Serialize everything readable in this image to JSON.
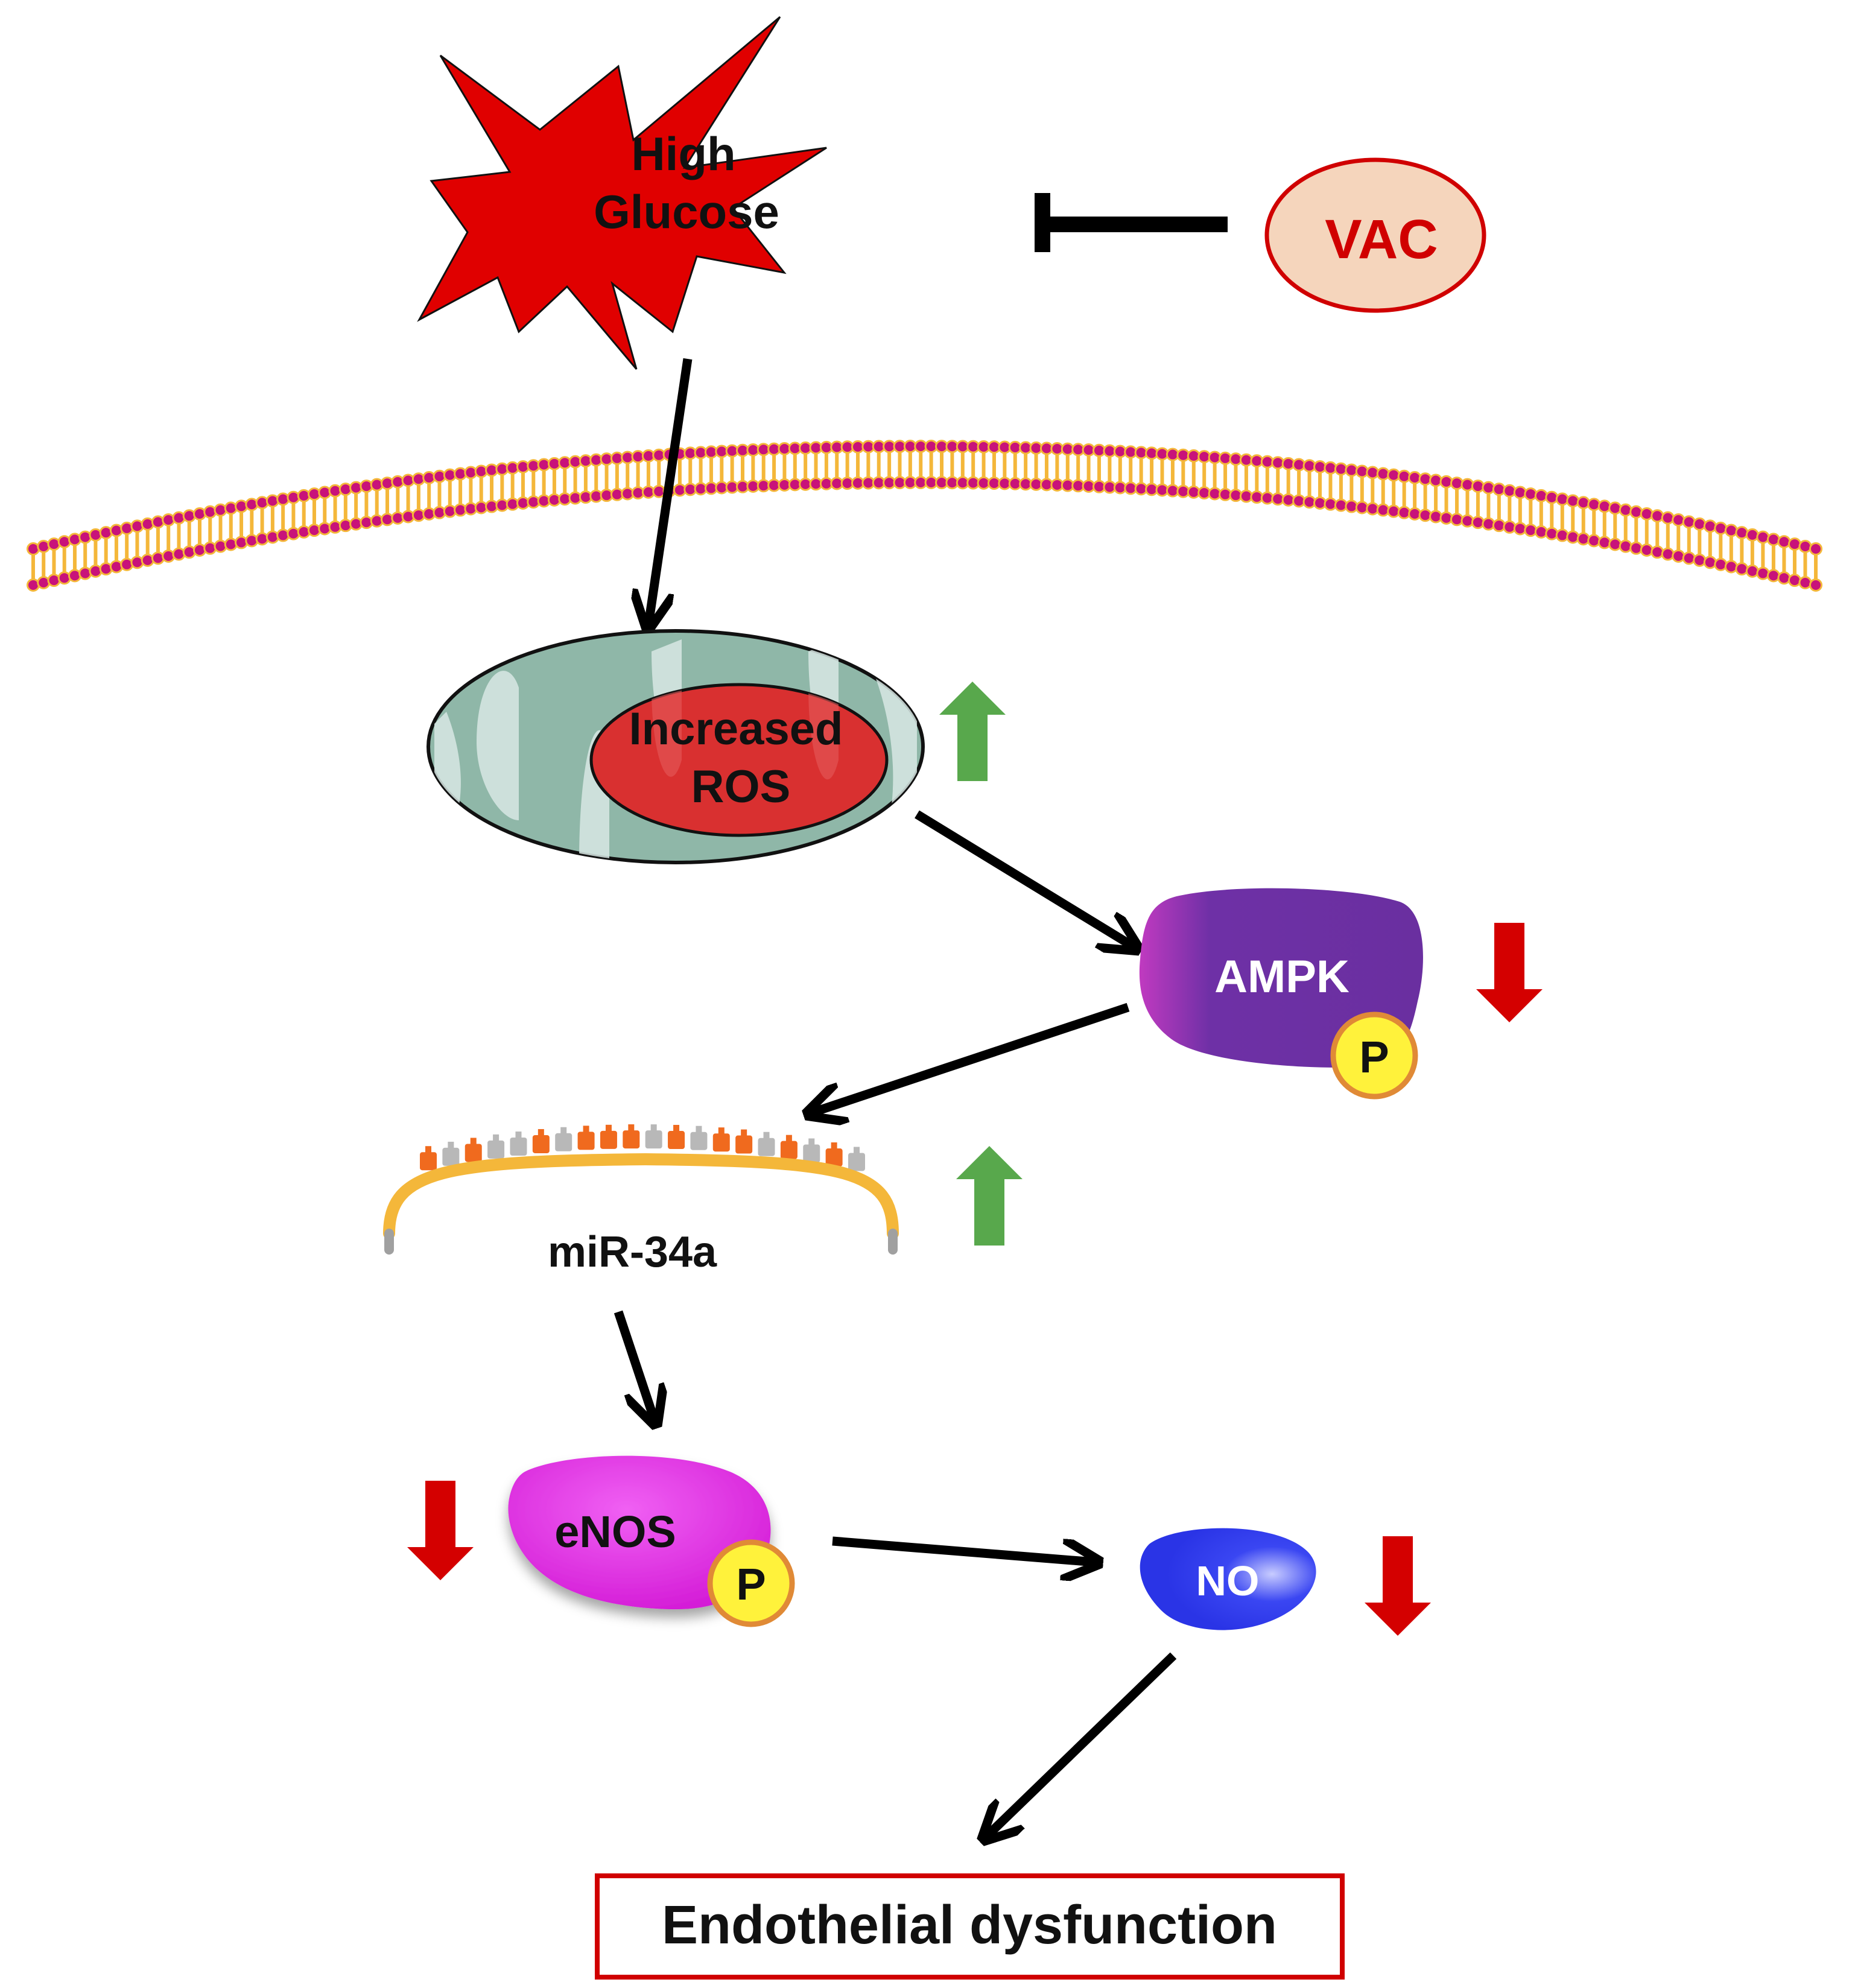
{
  "diagram": {
    "nodes": {
      "high_glucose": {
        "line1": "High",
        "line2": "Glucose"
      },
      "vac": {
        "label": "VAC"
      },
      "mitochondrion": {
        "line1": "Increased",
        "line2": "ROS"
      },
      "ampk": {
        "label": "AMPK",
        "phospho": "P"
      },
      "mir34a": {
        "label": "miR-34a"
      },
      "enos": {
        "label": "eNOS",
        "phospho": "P"
      },
      "no": {
        "label": "NO"
      },
      "outcome": {
        "label": "Endothelial dysfunction"
      }
    },
    "regulation": {
      "ros": "up",
      "ampk": "down",
      "mir34a": "up",
      "enos": "down",
      "no": "down"
    },
    "colors": {
      "starburst": "#e00000",
      "vac_fill": "#f5d5bc",
      "vac_stroke": "#d00000",
      "membrane_head": "#c8127a",
      "membrane_tail": "#f4b73a",
      "mito_fill": "#8fb7a8",
      "ros_fill": "#d93030",
      "ampk": "#6a2fa0",
      "enos": "#e21ee6",
      "no": "#2e3cf0",
      "phospho_fill": "#fff23b",
      "phospho_stroke": "#e08a36",
      "up_arrow": "#58a84c",
      "down_arrow": "#d40000",
      "outcome_border": "#d00000"
    }
  }
}
